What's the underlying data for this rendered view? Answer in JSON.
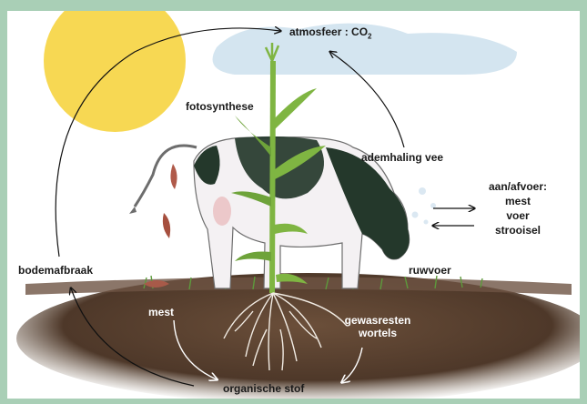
{
  "labels": {
    "atmosfeer": "atmosfeer : CO",
    "atmosfeer_sub": "2",
    "fotosynthese": "fotosynthese",
    "ademhaling": "ademhaling vee",
    "aanafvoer": "aan/afvoer:",
    "mest_right": "mest",
    "voer": "voer",
    "strooisel": "strooisel",
    "bodemafbraak": "bodemafbraak",
    "ruwvoer": "ruwvoer",
    "mest_soil": "mest",
    "gewasresten": "gewasresten",
    "wortels": "wortels",
    "organische_stof": "organische stof"
  },
  "colors": {
    "background": "#a9cfb6",
    "sun": "#f7d64a",
    "sky": "#cfe2ee",
    "soil": "#5b4232",
    "plant": "#7fb542",
    "cow_dark": "#24382b"
  }
}
